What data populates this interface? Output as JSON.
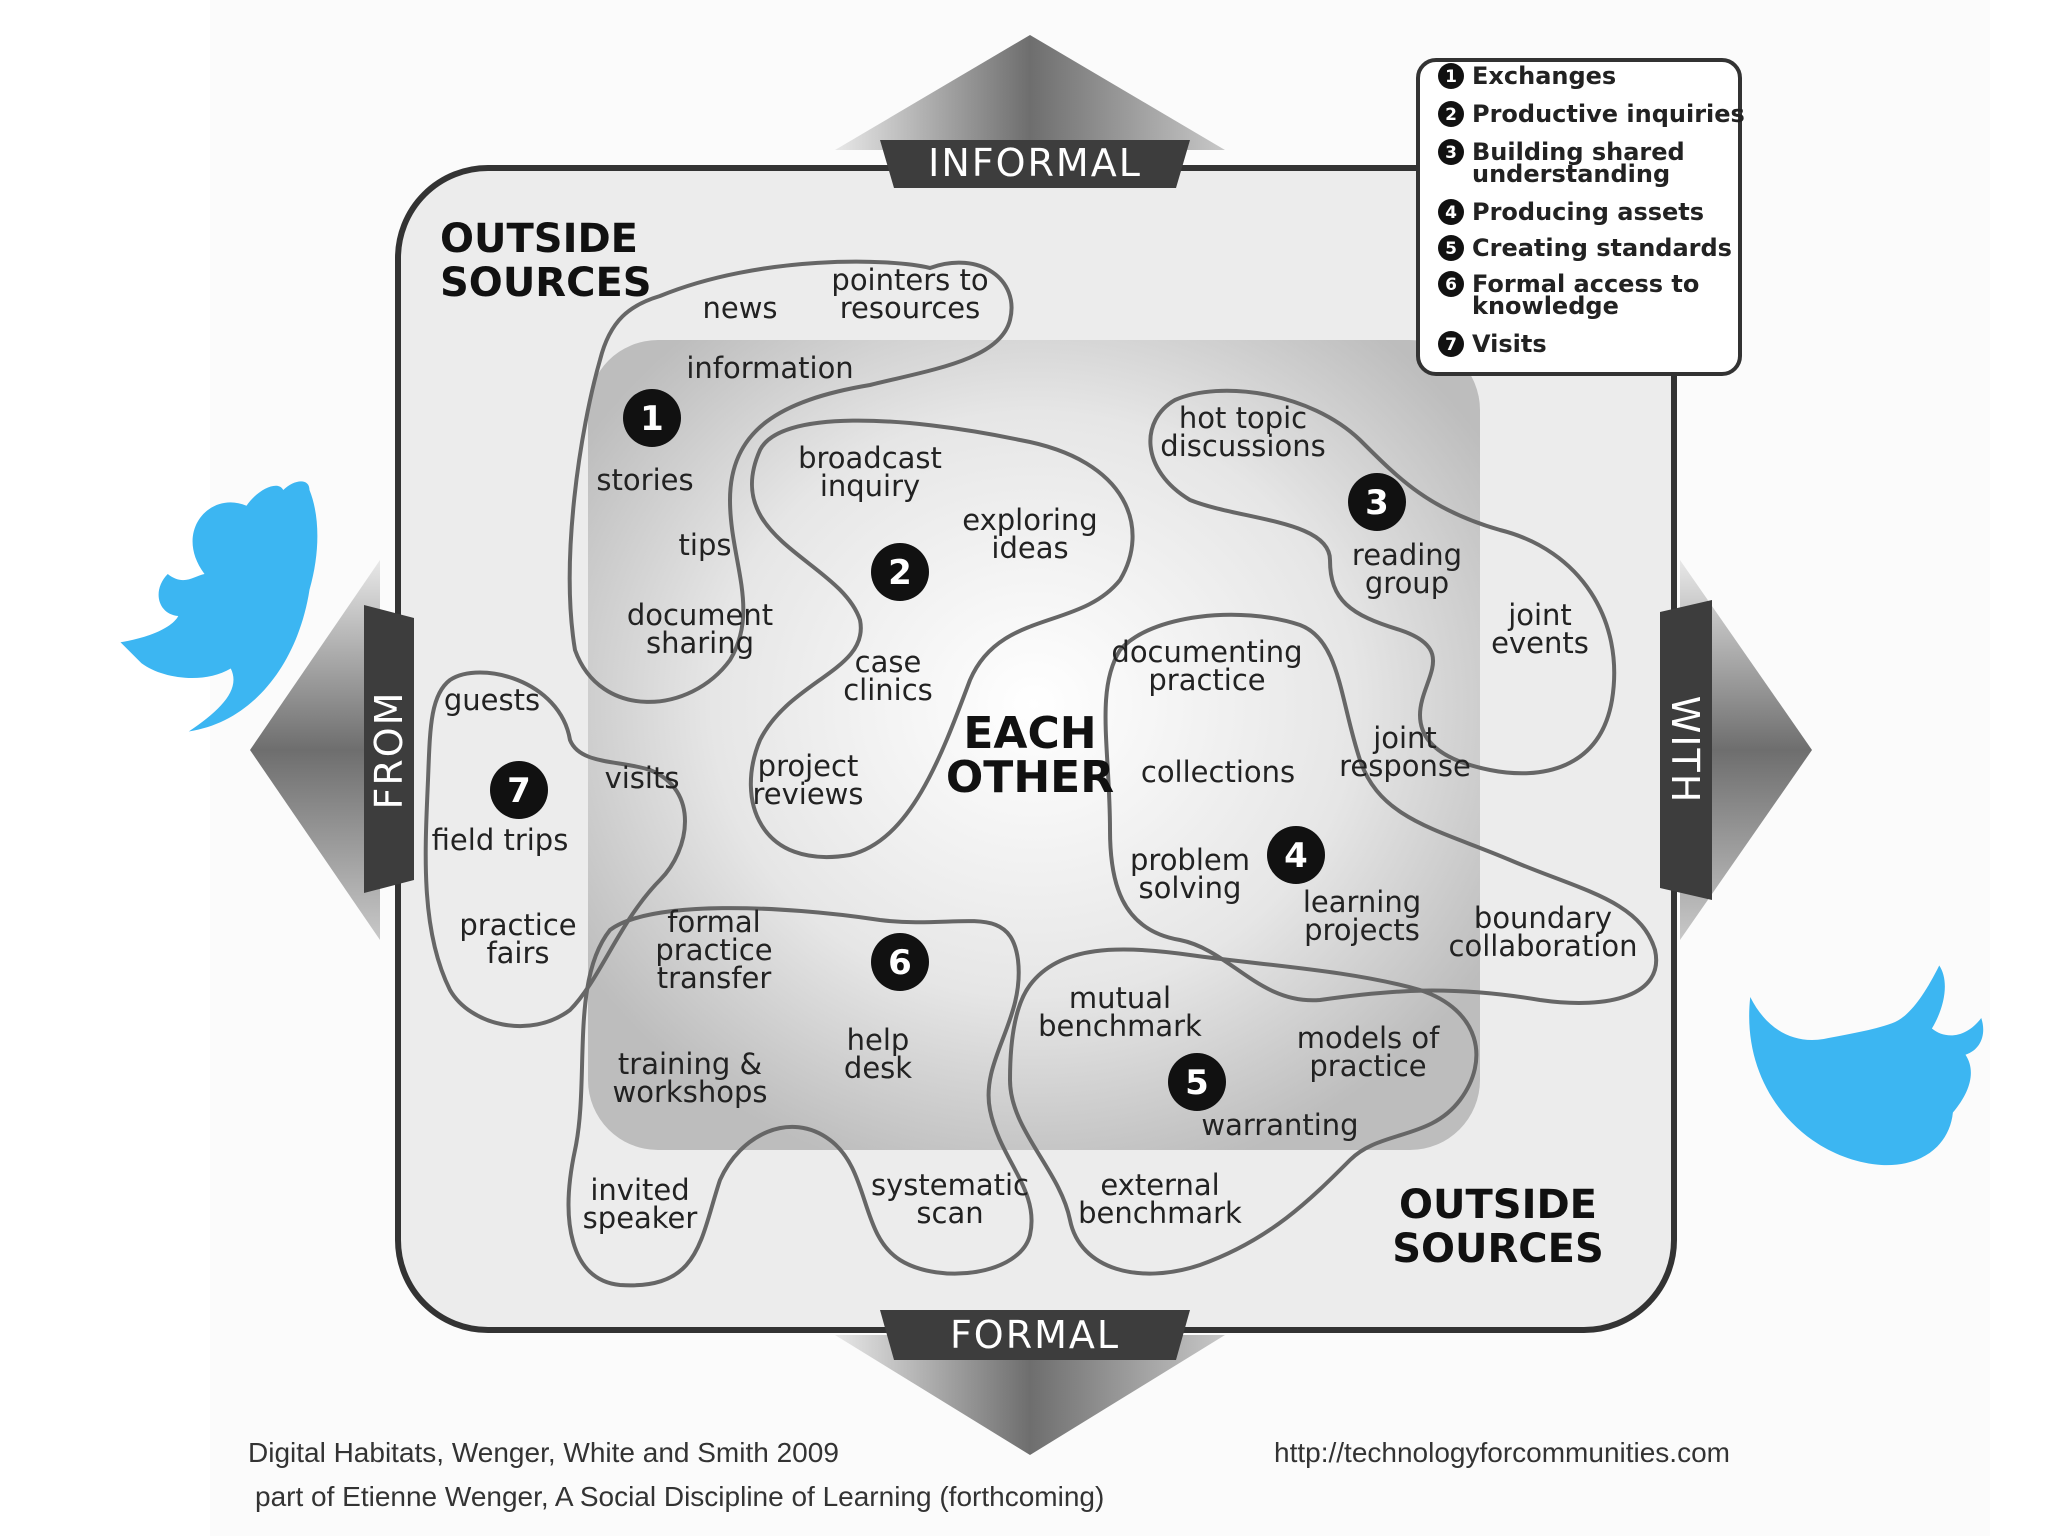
{
  "corners": {
    "top_left": [
      "OUTSIDE",
      "SOURCES"
    ],
    "bottom_right": [
      "OUTSIDE",
      "SOURCES"
    ],
    "center": [
      "EACH",
      "OTHER"
    ]
  },
  "directions": {
    "top": "INFORMAL",
    "bottom": "FORMAL",
    "left": "FROM",
    "right": "WITH"
  },
  "legend": [
    {
      "num": "1",
      "lines": [
        "Exchanges"
      ]
    },
    {
      "num": "2",
      "lines": [
        "Productive inquiries"
      ]
    },
    {
      "num": "3",
      "lines": [
        "Building shared",
        "understanding"
      ]
    },
    {
      "num": "4",
      "lines": [
        "Producing assets"
      ]
    },
    {
      "num": "5",
      "lines": [
        "Creating standards"
      ]
    },
    {
      "num": "6",
      "lines": [
        "Formal access to",
        "knowledge"
      ]
    },
    {
      "num": "7",
      "lines": [
        "Visits"
      ]
    }
  ],
  "activities": [
    [
      "news"
    ],
    [
      "pointers to",
      "resources"
    ],
    [
      "information"
    ],
    [
      "stories"
    ],
    [
      "tips"
    ],
    [
      "document",
      "sharing"
    ],
    [
      "broadcast",
      "inquiry"
    ],
    [
      "exploring",
      "ideas"
    ],
    [
      "case",
      "clinics"
    ],
    [
      "project",
      "reviews"
    ],
    [
      "hot topic",
      "discussions"
    ],
    [
      "reading",
      "group"
    ],
    [
      "joint",
      "events"
    ],
    [
      "joint",
      "response"
    ],
    [
      "documenting",
      "practice"
    ],
    [
      "collections"
    ],
    [
      "problem",
      "solving"
    ],
    [
      "learning",
      "projects"
    ],
    [
      "boundary",
      "collaboration"
    ],
    [
      "guests"
    ],
    [
      "visits"
    ],
    [
      "field trips"
    ],
    [
      "practice",
      "fairs"
    ],
    [
      "formal",
      "practice",
      "transfer"
    ],
    [
      "help",
      "desk"
    ],
    [
      "training &",
      "workshops"
    ],
    [
      "invited",
      "speaker"
    ],
    [
      "systematic",
      "scan"
    ],
    [
      "mutual",
      "benchmark"
    ],
    [
      "models of",
      "practice"
    ],
    [
      "warranting"
    ],
    [
      "external",
      "benchmark"
    ]
  ],
  "cluster_numbers": [
    "1",
    "2",
    "3",
    "4",
    "5",
    "6",
    "7"
  ],
  "footer": {
    "citation": "Digital Habitats, Wenger, White and Smith 2009",
    "url": "http://technologyforcommunities.com",
    "note": "part of Etienne Wenger, A Social Discipline of Learning (forthcoming)"
  },
  "icons": [
    "bird-icon",
    "bird-icon"
  ],
  "colors": {
    "bird": "#3cb6f2",
    "frame": "#333333",
    "arrow": "#8a8a8a"
  }
}
